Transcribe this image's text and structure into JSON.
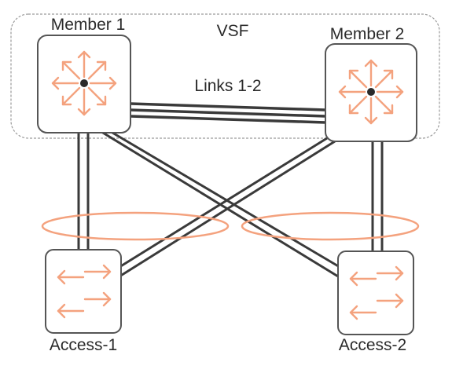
{
  "stack": {
    "label": "VSF",
    "link_label": "Links 1-2"
  },
  "members": [
    {
      "label": "Member 1",
      "icon": "router-icon"
    },
    {
      "label": "Member 2",
      "icon": "router-icon"
    }
  ],
  "access": [
    {
      "label": "Access-1",
      "icon": "switch-icon"
    },
    {
      "label": "Access-2",
      "icon": "switch-icon"
    }
  ],
  "colors": {
    "accent": "#f4a27e",
    "line": "#3a3a3a",
    "box": "#555555",
    "frame": "#9a9a9a"
  }
}
